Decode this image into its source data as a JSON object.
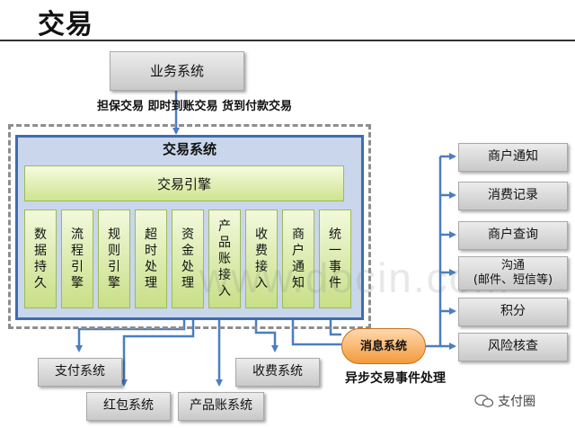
{
  "title": "交易",
  "business_system": "业务系统",
  "business_types": "担保交易 即时到账交易 货到付款交易",
  "transaction_system": "交易系统",
  "engine": "交易引擎",
  "modules": [
    "数据持久",
    "流程引擎",
    "规则引擎",
    "超时处理",
    "资金处理",
    "产品账接入",
    "收费接入",
    "商户通知",
    "统一事件"
  ],
  "message_system": "消息系统",
  "message_caption": "异步交易事件处理",
  "right_systems": [
    "商户通知",
    "消费记录",
    "商户查询",
    "沟通\n(邮件、短信等)",
    "积分",
    "风险核查"
  ],
  "bottom_systems": {
    "pay": "支付系统",
    "redpacket": "红包系统",
    "product_account": "产品账系统",
    "fee": "收费系统"
  },
  "watermark": "www.docin.com",
  "logo_text": "支付圈",
  "colors": {
    "frame": "#3e6db1",
    "arrow": "#4a7ec2",
    "message": "#f39a3c"
  }
}
